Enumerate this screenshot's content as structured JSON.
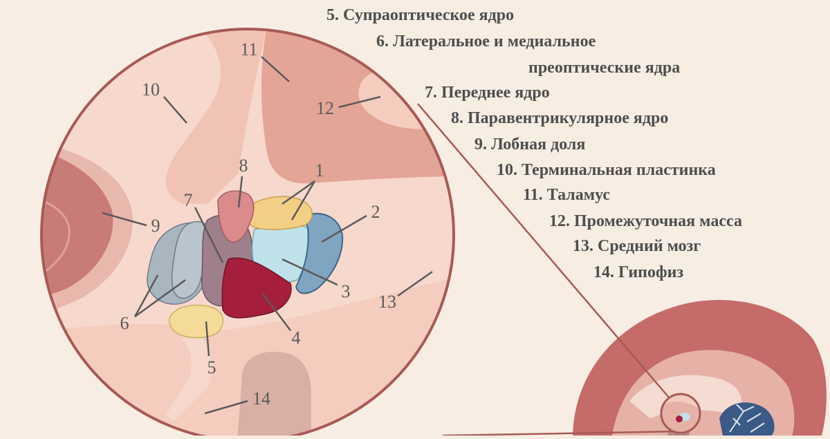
{
  "legend": [
    {
      "num": "5.",
      "text": "Супраоптическое ядро"
    },
    {
      "num": "6.",
      "text": "Латеральное и медиальное"
    },
    {
      "num": "",
      "text": "преоптические ядра"
    },
    {
      "num": "7.",
      "text": "Переднее ядро"
    },
    {
      "num": "8.",
      "text": "Паравентрикулярное ядро"
    },
    {
      "num": "9.",
      "text": "Лобная доля"
    },
    {
      "num": "10.",
      "text": "Терминальная пластинка"
    },
    {
      "num": "11.",
      "text": "Таламус"
    },
    {
      "num": "12.",
      "text": "Промежуточная масса"
    },
    {
      "num": "13.",
      "text": "Средний мозг"
    },
    {
      "num": "14.",
      "text": "Гипофиз"
    }
  ],
  "labels": {
    "l1": "1",
    "l2": "2",
    "l3": "3",
    "l4": "4",
    "l5": "5",
    "l6": "6",
    "l7": "7",
    "l8": "8",
    "l9": "9",
    "l10": "10",
    "l11": "11",
    "l12": "12",
    "l13": "13",
    "l14": "14"
  },
  "colors": {
    "background": "#f7ede3",
    "circle_border": "#a85a55",
    "tissue_light": "#f7d8cc",
    "tissue_mid": "#f0c3b5",
    "thalamus": "#e3a596",
    "frontal_lobe": "#c97b78",
    "nucleus_1": "#f3cf86",
    "nucleus_2": "#7fa5c1",
    "nucleus_3": "#bfe2ea",
    "nucleus_4": "#a51f3c",
    "nucleus_5": "#f4dc98",
    "nucleus_6": "#a9b6c0",
    "nucleus_7": "#9e7f8c",
    "nucleus_8": "#db8b8c"
  }
}
